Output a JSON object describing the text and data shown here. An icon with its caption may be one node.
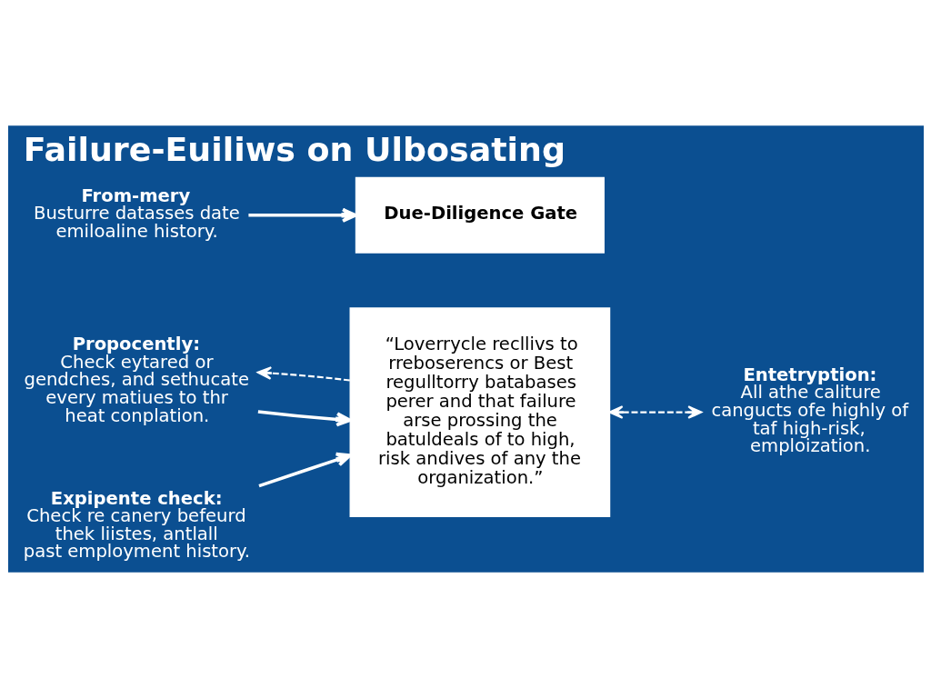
{
  "diagram": {
    "title": "Failure-Euiliws on Ulbosating",
    "nodes": [
      {
        "text": [
          "Due-Diligence Gate"
        ]
      },
      {
        "text": [
          "“Loverrycle recllivs to rreboserencs or Best regulltorry batabases perer and that failure arse prossing the batuldeals of to high, risk andives of any the organization.”"
        ]
      },
      {
        "text": [
          "Expipente check:",
          "Check re canery befeurd thek liistes, antlall past employment history."
        ]
      },
      {
        "text": [
          "Propocently:",
          "Check eytared or gendches, and sethucate every matiues to thr heat conplation."
        ]
      },
      {
        "text": [
          "From-mery",
          "Busturre datasses date emiloaline history."
        ]
      },
      {
        "text": [
          "Entetryption:",
          "All athe caliture cangucts ofe highly of taf high-risk, emploization."
        ]
      }
    ],
    "edges": [
      {
        "from": 2,
        "to": 1,
        "arrow": "to"
      },
      {
        "from": 3,
        "to": 1,
        "arrow": "to"
      },
      {
        "from": 4,
        "to": 0,
        "arrow": "to"
      },
      {
        "from": 1,
        "to": 3,
        "arrow": "to",
        "style": "dashed"
      },
      {
        "from": 1,
        "to": 5,
        "arrow": "both",
        "style": "dashed"
      }
    ]
  }
}
